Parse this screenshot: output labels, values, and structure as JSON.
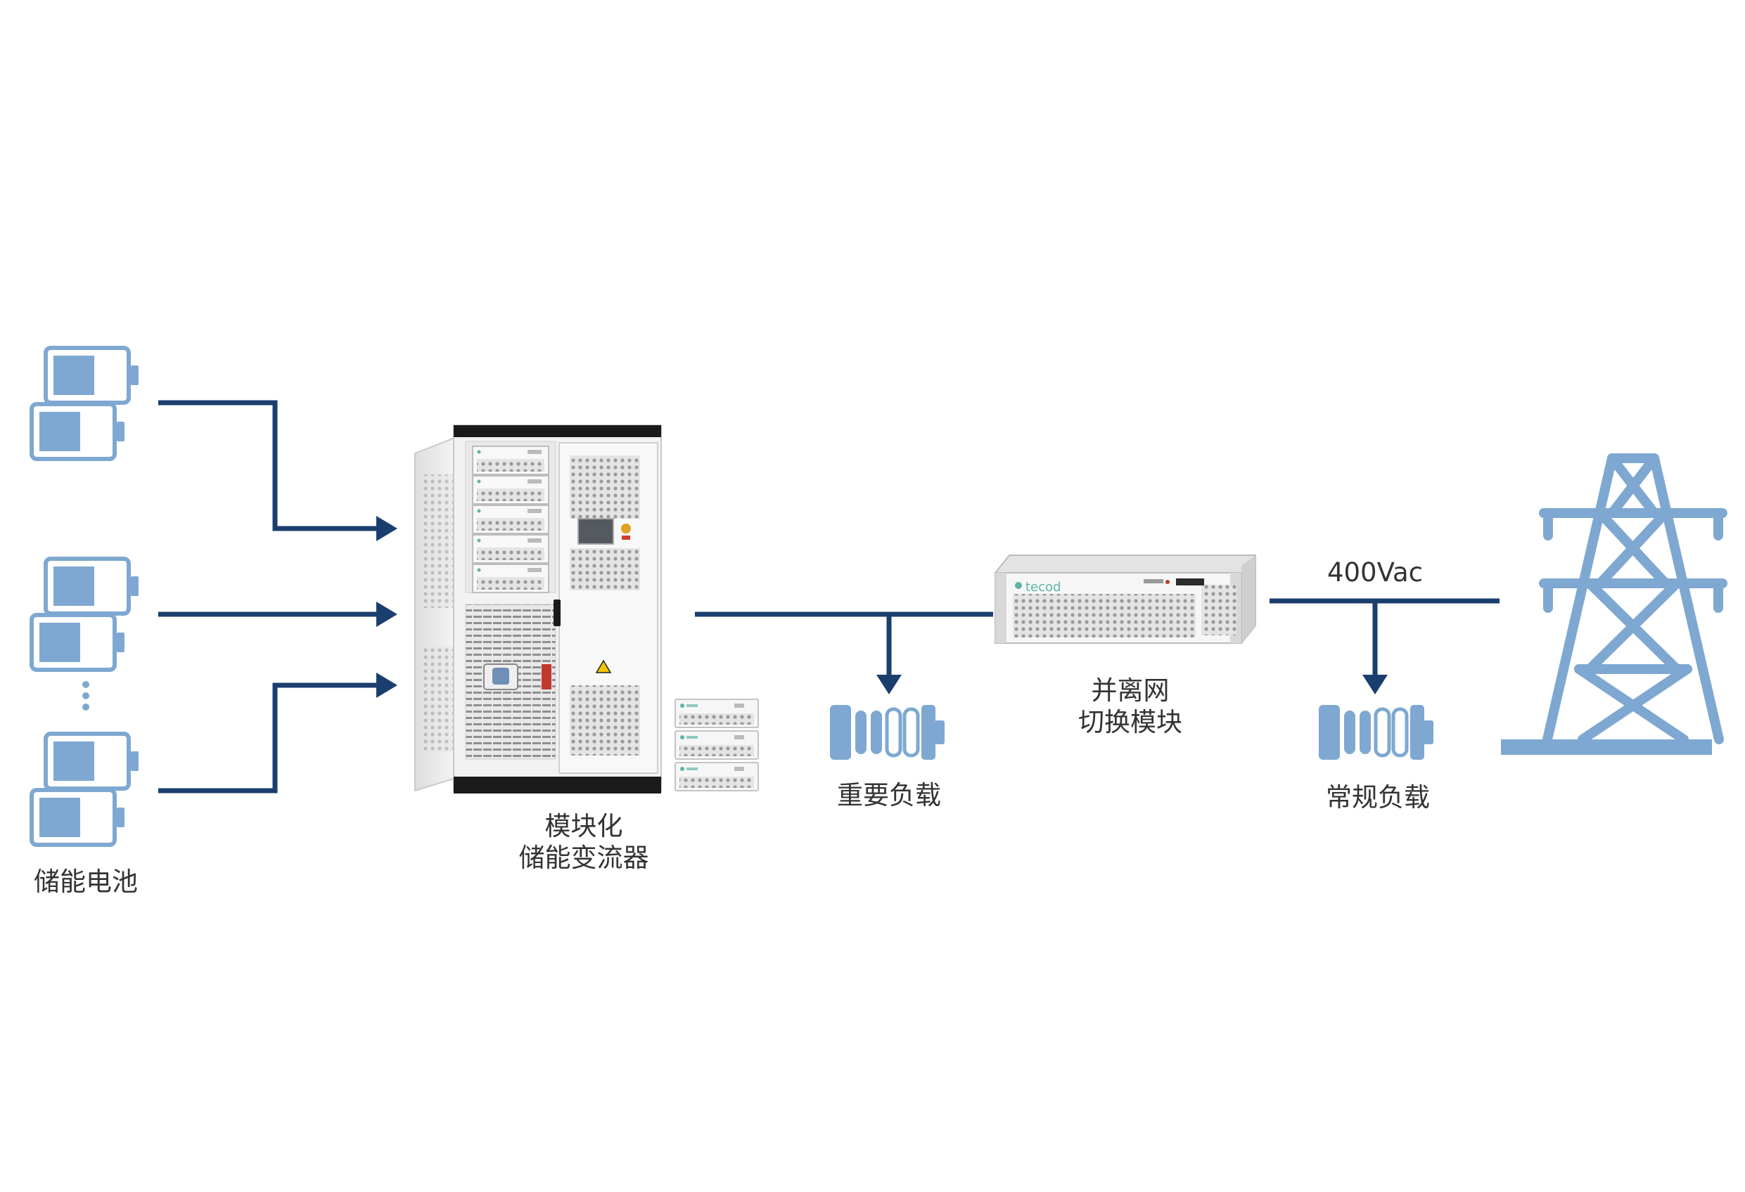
{
  "labels": {
    "battery": "储能电池",
    "pcs_line1": "模块化",
    "pcs_line2": "储能变流器",
    "critical_load": "重要负载",
    "switch_line1": "并离网",
    "switch_line2": "切换模块",
    "normal_load": "常规负载",
    "voltage": "400Vac"
  },
  "device_brand": "tecod",
  "colors": {
    "line": "#1a3e6e",
    "icon_fill": "#7ea8d1",
    "icon_outline": "#7ea8d1",
    "cabinet_body": "#f4f4f4",
    "cabinet_edge": "#c9c9c9",
    "cabinet_dark": "#1a1a1a",
    "text": "#333333"
  },
  "icons": {
    "battery": "battery-icon",
    "load": "load-icon",
    "tower": "transmission-tower-icon",
    "cabinet": "storage-cabinet-icon",
    "module": "switch-module-icon",
    "pcs_modules": "pcs-module-icon"
  }
}
